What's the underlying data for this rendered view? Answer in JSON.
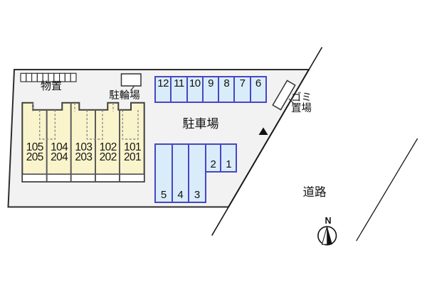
{
  "labels": {
    "storage": "物置",
    "bicycle_parking": "駐輪場",
    "car_parking": "駐車場",
    "garbage_line1": "ゴミ",
    "garbage_line2": "置場",
    "road": "道路",
    "compass_north": "N"
  },
  "parking": {
    "top_row_spots": [
      "12",
      "11",
      "10",
      "9",
      "8",
      "7",
      "6"
    ],
    "lower_tall_spots": [
      "5",
      "4",
      "3"
    ],
    "lower_short_spots": [
      "2",
      "1"
    ]
  },
  "building": {
    "units": [
      {
        "line1": "105",
        "line2": "205"
      },
      {
        "line1": "104",
        "line2": "204"
      },
      {
        "line1": "103",
        "line2": "203"
      },
      {
        "line1": "102",
        "line2": "202"
      },
      {
        "line1": "101",
        "line2": "201"
      }
    ]
  },
  "icons": {
    "entrance_marker": "filled-up-triangle",
    "compass": "north-arrow-in-circle"
  },
  "colors": {
    "site_fill": "#f2f2f2",
    "site_border": "#2e2e2e",
    "parking_fill": "#d9ecf9",
    "parking_border": "#4747c2",
    "building_fill": "#faf4cc",
    "building_border": "#3f3f3f",
    "text": "#111111"
  }
}
